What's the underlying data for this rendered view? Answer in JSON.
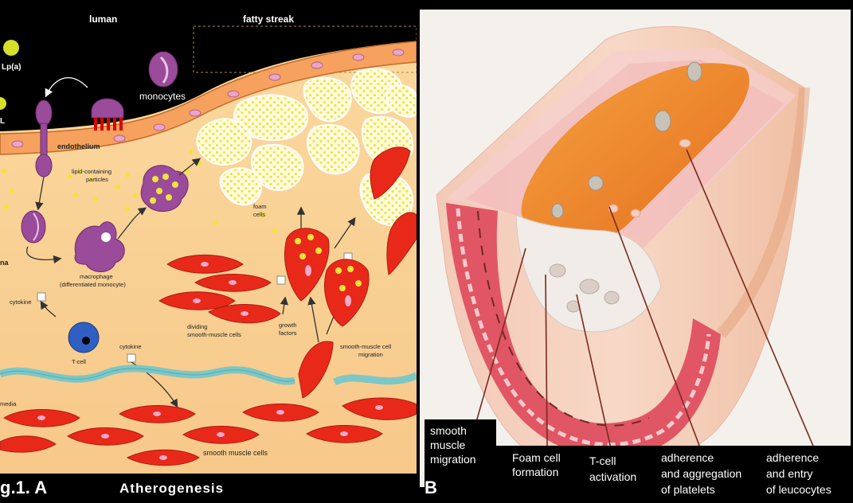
{
  "panel_a": {
    "labels": {
      "luman": "luman",
      "fatty_streak": "fatty streak",
      "lpa": "Lp(a)",
      "l_partial": "L",
      "monocytes": "monocytes",
      "endothelium": "endothelium",
      "lipid_particles_1": "lipid-containing",
      "lipid_particles_2": "particles",
      "foam_cells_1": "foam",
      "foam_cells_2": "cells",
      "ma_partial": "na",
      "macrophage_1": "macrophage",
      "macrophage_2": "(differentiated monocyte)",
      "cytokine_left": "cytokine",
      "cytokine_bottom": "cytokine",
      "tcell": "T-cell",
      "dividing_1": "dividing",
      "dividing_2": "smooth-muscle cells",
      "growth_1": "growth",
      "growth_2": "factors",
      "smc_migration_1": "smooth-muscle cell",
      "smc_migration_2": "migration",
      "media_partial": "media",
      "smooth_muscle_cells": "smooth muscle cells"
    },
    "caption": {
      "fig": "g.1. A",
      "title": "Atherogenesis"
    }
  },
  "panel_b": {
    "letter": "B",
    "labels": {
      "smc_migration": [
        "smooth",
        "muscle",
        "migration"
      ],
      "foam_formation": [
        "Foam cell",
        "formation"
      ],
      "tcell_activation": [
        "T-cell",
        "activation"
      ],
      "platelets": [
        "adherence",
        "and aggregation",
        "of platelets"
      ],
      "leucocytes": [
        "adherence",
        "and entry",
        "of leucocytes"
      ]
    }
  }
}
